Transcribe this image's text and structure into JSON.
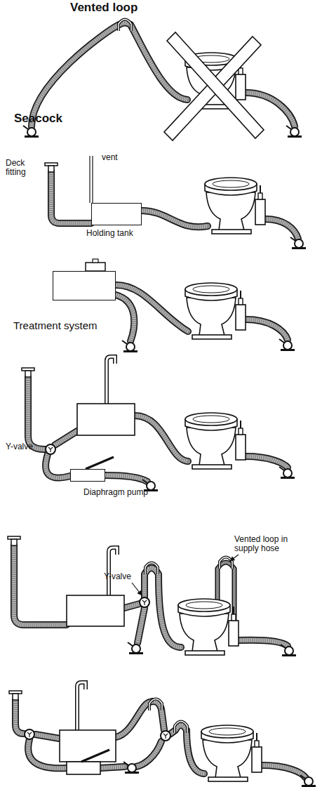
{
  "diagram": {
    "nodes": [
      {
        "text": [
          "Holding tank"
        ]
      },
      {
        "text": [
          "Treatment system"
        ]
      },
      {
        "text": [
          "Diaphragm pump"
        ]
      }
    ],
    "labels": [
      "Vented loop",
      "Seacock",
      "vent",
      "Deck fitting",
      "Y-valve",
      "Y-valve",
      "Vented loop in supply hose"
    ]
  }
}
